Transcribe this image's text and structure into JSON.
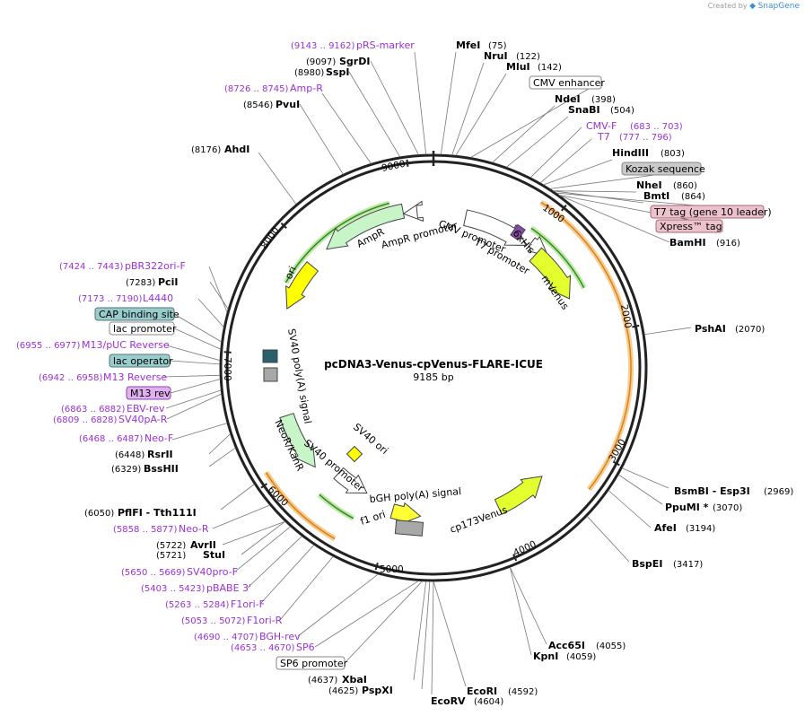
{
  "credit": {
    "prefix": "Created by",
    "brand": "SnapGene"
  },
  "plasmid": {
    "name": "pcDNA3-Venus-cpVenus-FLARE-ICUE",
    "length": "9185 bp"
  },
  "ticks": [
    "1000",
    "2000",
    "3000",
    "4000",
    "5000",
    "6000",
    "7000",
    "8000",
    "9000"
  ],
  "features": [
    {
      "name": "CMV promoter",
      "type": "promoter"
    },
    {
      "name": "T7 promoter",
      "type": "promoter"
    },
    {
      "name": "6xHis",
      "type": "tag"
    },
    {
      "name": "mVenus",
      "type": "cds"
    },
    {
      "name": "cp173Venus",
      "type": "cds"
    },
    {
      "name": "bGH poly(A) signal",
      "type": "terminator"
    },
    {
      "name": "f1 ori",
      "type": "origin"
    },
    {
      "name": "SV40 promoter",
      "type": "promoter"
    },
    {
      "name": "NeoR/KanR",
      "type": "cds"
    },
    {
      "name": "SV40 ori",
      "type": "origin"
    },
    {
      "name": "SV40 poly(A) signal",
      "type": "terminator"
    },
    {
      "name": "ori",
      "type": "origin"
    },
    {
      "name": "AmpR",
      "type": "cds"
    },
    {
      "name": "AmpR promoter",
      "type": "promoter"
    }
  ],
  "sites": [
    {
      "name": "MfeI",
      "pos": "(75)"
    },
    {
      "name": "NruI",
      "pos": "(122)"
    },
    {
      "name": "MluI",
      "pos": "(142)"
    },
    {
      "name": "NdeI",
      "pos": "(398)"
    },
    {
      "name": "SnaBI",
      "pos": "(504)"
    },
    {
      "name": "HindIII",
      "pos": "(803)"
    },
    {
      "name": "NheI",
      "pos": "(860)"
    },
    {
      "name": "BmtI",
      "pos": "(864)"
    },
    {
      "name": "BamHI",
      "pos": "(916)"
    },
    {
      "name": "PshAI",
      "pos": "(2070)"
    },
    {
      "name": "BsmBI - Esp3I",
      "pos": "(2969)"
    },
    {
      "name": "PpuMI *",
      "pos": "(3070)"
    },
    {
      "name": "AfeI",
      "pos": "(3194)"
    },
    {
      "name": "BspEI",
      "pos": "(3417)"
    },
    {
      "name": "Acc65I",
      "pos": "(4055)"
    },
    {
      "name": "KpnI",
      "pos": "(4059)"
    },
    {
      "name": "EcoRI",
      "pos": "(4592)"
    },
    {
      "name": "EcoRV",
      "pos": "(4604)"
    },
    {
      "name": "PspXI",
      "pos": "(4625)"
    },
    {
      "name": "XbaI",
      "pos": "(4637)"
    },
    {
      "name": "StuI",
      "pos": "(5721)"
    },
    {
      "name": "AvrII",
      "pos": "(5722)"
    },
    {
      "name": "PflFI - Tth111I",
      "pos": "(6050)"
    },
    {
      "name": "BssHII",
      "pos": "(6329)"
    },
    {
      "name": "RsrII",
      "pos": "(6448)"
    },
    {
      "name": "PciI",
      "pos": "(7283)"
    },
    {
      "name": "AhdI",
      "pos": "(8176)"
    },
    {
      "name": "PvuI",
      "pos": "(8546)"
    },
    {
      "name": "SspI",
      "pos": "(8980)"
    },
    {
      "name": "SgrDI",
      "pos": "(9097)"
    }
  ],
  "primers": [
    {
      "name": "pRS-marker",
      "pos": "(9143 .. 9162)"
    },
    {
      "name": "Amp-R",
      "pos": "(8726 .. 8745)"
    },
    {
      "name": "CMV-F",
      "pos": "(683 .. 703)"
    },
    {
      "name": "T7",
      "pos": "(777 .. 796)"
    },
    {
      "name": "pBR322ori-F",
      "pos": "(7424 .. 7443)"
    },
    {
      "name": "L4440",
      "pos": "(7173 .. 7190)"
    },
    {
      "name": "M13/pUC Reverse",
      "pos": "(6955 .. 6977)"
    },
    {
      "name": "M13 Reverse",
      "pos": "(6942 .. 6958)"
    },
    {
      "name": "EBV-rev",
      "pos": "(6863 .. 6882)"
    },
    {
      "name": "SV40pA-R",
      "pos": "(6809 .. 6828)"
    },
    {
      "name": "Neo-F",
      "pos": "(6468 .. 6487)"
    },
    {
      "name": "Neo-R",
      "pos": "(5858 .. 5877)"
    },
    {
      "name": "SV40pro-F",
      "pos": "(5650 .. 5669)"
    },
    {
      "name": "pBABE 3'",
      "pos": "(5403 .. 5423)"
    },
    {
      "name": "F1ori-F",
      "pos": "(5263 .. 5284)"
    },
    {
      "name": "F1ori-R",
      "pos": "(5053 .. 5072)"
    },
    {
      "name": "BGH-rev",
      "pos": "(4690 .. 4707)"
    },
    {
      "name": "SP6",
      "pos": "(4653 .. 4670)"
    }
  ],
  "boxes": [
    {
      "name": "CMV enhancer",
      "style": "white"
    },
    {
      "name": "Kozak sequence",
      "style": "gray"
    },
    {
      "name": "T7 tag (gene 10 leader)",
      "style": "pink"
    },
    {
      "name": "Xpress™ tag",
      "style": "pink"
    },
    {
      "name": "CAP binding site",
      "style": "teal"
    },
    {
      "name": "lac promoter",
      "style": "white"
    },
    {
      "name": "lac operator",
      "style": "teal"
    },
    {
      "name": "M13 rev",
      "style": "purple"
    },
    {
      "name": "SP6 promoter",
      "style": "white"
    }
  ],
  "colors": {
    "accent": "#9b30d9",
    "orange": "#f0a030",
    "green": "#2d8a2d",
    "yellow": "#e4ff2e"
  }
}
